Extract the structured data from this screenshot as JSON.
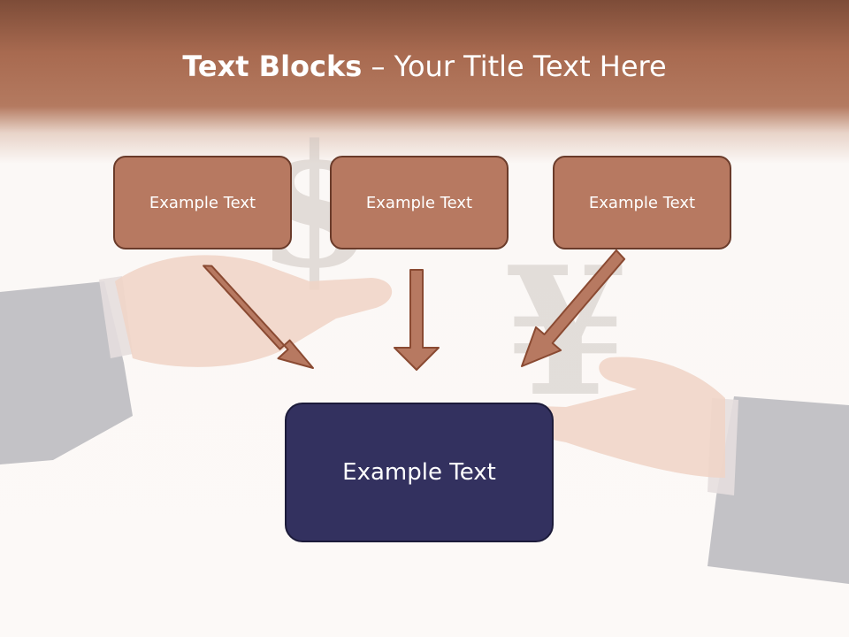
{
  "slide": {
    "title_bold": "Text Blocks",
    "title_separator": " – ",
    "title_rest": "Your Title Text Here"
  },
  "boxes": {
    "top_left": "Example Text",
    "top_center": "Example Text",
    "top_right": "Example Text",
    "bottom": "Example Text"
  },
  "background": {
    "symbols": [
      "$",
      "¥"
    ],
    "description_icons": [
      "dollar-sign-icon",
      "yen-sign-icon",
      "open-hand-left",
      "open-hand-right"
    ]
  },
  "colors": {
    "header_dark": "#7d4c38",
    "box_fill": "#b77961",
    "box_border": "#6a3b2a",
    "main_box_fill": "#33315f",
    "arrow_fill": "#b77961",
    "arrow_stroke": "#8a4a32"
  }
}
